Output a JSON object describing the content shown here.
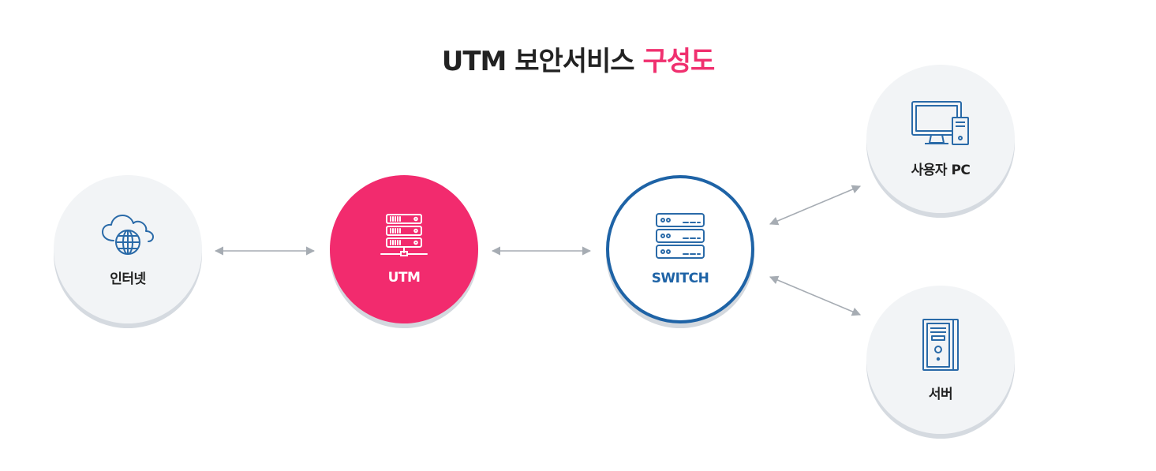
{
  "title": {
    "main": "UTM 보안서비스",
    "accent": "구성도"
  },
  "nodes": {
    "internet": {
      "label": "인터넷",
      "icon": "cloud-globe-icon"
    },
    "utm": {
      "label": "UTM",
      "icon": "server-rack-icon"
    },
    "switch": {
      "label": "SWITCH",
      "icon": "network-switch-icon"
    },
    "user_pc": {
      "label": "사용자 PC",
      "icon": "desktop-pc-icon"
    },
    "server": {
      "label": "서버",
      "icon": "server-tower-icon"
    }
  },
  "colors": {
    "accent": "#f0306f",
    "utm_fill": "#f22b6e",
    "switch_ring": "#1e63a6",
    "icon_blue": "#2a6aa8",
    "node_gray": "#f2f4f6",
    "arrow": "#a6acb3"
  }
}
